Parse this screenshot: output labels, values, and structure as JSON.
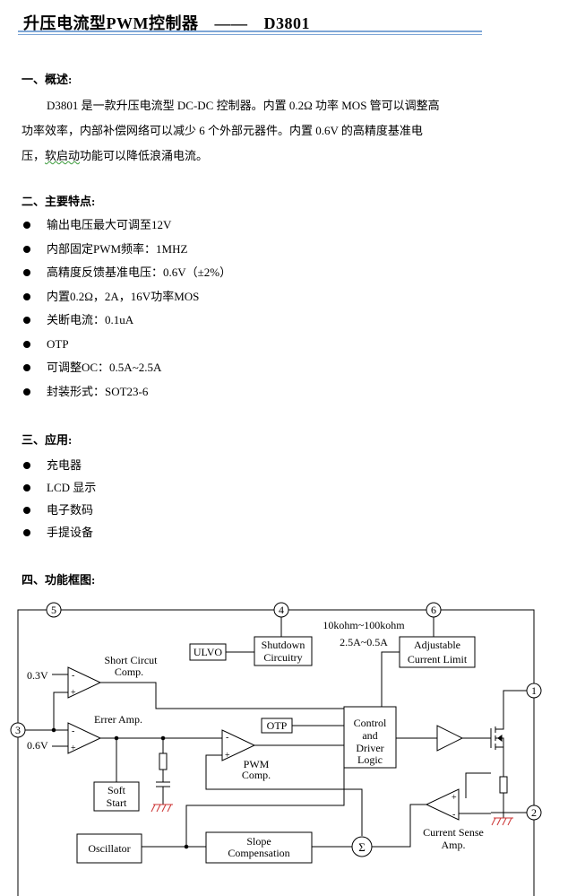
{
  "title": {
    "main": "升压电流型PWM控制器",
    "dash": "——",
    "part": "D3801"
  },
  "sections": {
    "overview": {
      "heading": "一、概述:",
      "text_a": "D3801 是一款升压电流型 DC-DC 控制器。内置 0.2Ω 功率 MOS 管可以调整高功率效率，内部补偿网络可以减少 6 个外部元器件。内置 0.6V 的高精度基准电压，",
      "text_b": "软启动",
      "text_c": "功能可以降低浪涌电流。"
    },
    "features": {
      "heading": "二、主要特点:",
      "items": [
        "输出电压最大可调至12V",
        "内部固定PWM频率：1MHZ",
        "高精度反馈基准电压：0.6V（±2%）",
        "内置0.2Ω，2A，16V功率MOS",
        "关断电流：0.1uA",
        "OTP",
        "可调整OC：0.5A~2.5A",
        "封装形式：SOT23-6"
      ]
    },
    "applications": {
      "heading": "三、应用:",
      "items": [
        "充电器",
        "LCD 显示",
        "电子数码",
        "手提设备"
      ]
    },
    "block_diagram": {
      "heading": "四、功能框图:",
      "pins": {
        "p1": "1",
        "p2": "2",
        "p3": "3",
        "p4": "4",
        "p5": "5",
        "p6": "6"
      },
      "blocks": {
        "ulvo": "ULVO",
        "shutdown_1": "Shutdown",
        "shutdown_2": "Circuitry",
        "adj_1": "Adjustable",
        "adj_2": "Current Limit",
        "otp": "OTP",
        "ctrl_1": "Control",
        "ctrl_2": "and",
        "ctrl_3": "Driver",
        "ctrl_4": "Logic",
        "soft_1": "Soft",
        "soft_2": "Start",
        "osc": "Oscillator",
        "slope_1": "Slope",
        "slope_2": "Compensation",
        "sigma": "Σ"
      },
      "labels": {
        "range_r": "10kohm~100kohm",
        "range_a": "2.5A~0.5A",
        "short_1": "Short Circut",
        "short_2": "Comp.",
        "err": "Errer Amp.",
        "v03": "0.3V",
        "v06": "0.6V",
        "pwm_1": "PWM",
        "pwm_2": "Comp.",
        "cs_1": "Current Sense",
        "cs_2": "Amp.",
        "plus": "+",
        "minus": "-"
      }
    }
  },
  "colors": {
    "rule": "#7ea6d6",
    "wavy": "#3a9a3a",
    "ground": "#cc3333"
  }
}
